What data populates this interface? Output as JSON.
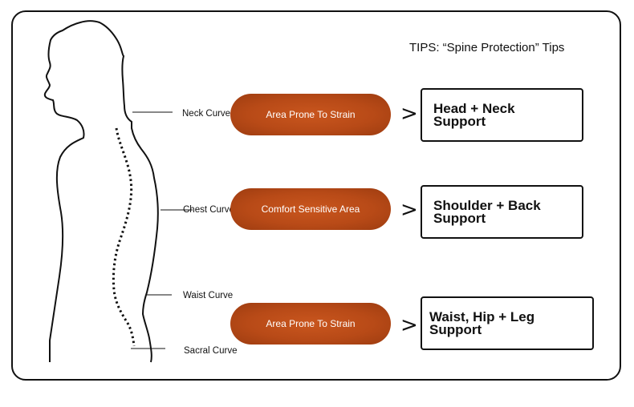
{
  "title": "TIPS: “Spine Protection” Tips",
  "curves": [
    {
      "label": "Neck Curve"
    },
    {
      "label": "Chest Curve"
    },
    {
      "label": "Waist Curve"
    },
    {
      "label": "Sacral Curve"
    }
  ],
  "areas": [
    {
      "label": "Area Prone To Strain"
    },
    {
      "label": "Comfort Sensitive Area"
    },
    {
      "label": "Area Prone To Strain"
    }
  ],
  "arrow_symbol": ">",
  "supports": [
    {
      "line1": "Head + Neck",
      "line2": "Support"
    },
    {
      "line1": "Shoulder + Back",
      "line2": "Support"
    },
    {
      "line1": "Waist, Hip + Leg",
      "line2": "Support"
    }
  ],
  "colors": {
    "pill": "#b84a17",
    "outline": "#111111"
  }
}
